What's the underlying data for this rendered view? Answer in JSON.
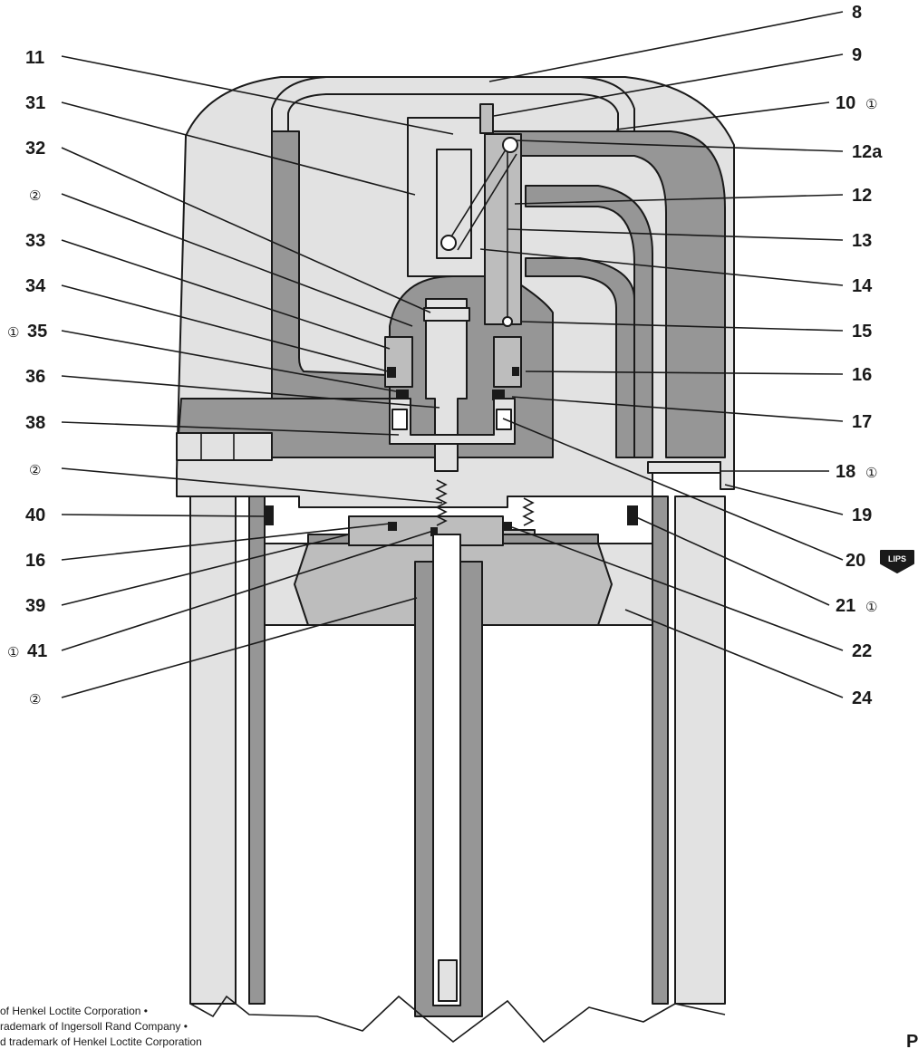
{
  "diagram": {
    "callouts_right": [
      {
        "id": "c8",
        "label": "8",
        "mark": ""
      },
      {
        "id": "c9",
        "label": "9",
        "mark": ""
      },
      {
        "id": "c10",
        "label": "10",
        "mark": "①"
      },
      {
        "id": "c12a",
        "label": "12a",
        "mark": ""
      },
      {
        "id": "c12",
        "label": "12",
        "mark": ""
      },
      {
        "id": "c13",
        "label": "13",
        "mark": ""
      },
      {
        "id": "c14",
        "label": "14",
        "mark": ""
      },
      {
        "id": "c15",
        "label": "15",
        "mark": ""
      },
      {
        "id": "c16r",
        "label": "16",
        "mark": ""
      },
      {
        "id": "c17",
        "label": "17",
        "mark": ""
      },
      {
        "id": "c18",
        "label": "18",
        "mark": "①"
      },
      {
        "id": "c19",
        "label": "19",
        "mark": ""
      },
      {
        "id": "c20",
        "label": "20",
        "mark": ""
      },
      {
        "id": "c21",
        "label": "21",
        "mark": "①"
      },
      {
        "id": "c22",
        "label": "22",
        "mark": ""
      },
      {
        "id": "c24",
        "label": "24",
        "mark": ""
      }
    ],
    "callouts_left": [
      {
        "id": "c11",
        "label": "11",
        "mark": ""
      },
      {
        "id": "c31",
        "label": "31",
        "mark": ""
      },
      {
        "id": "c32",
        "label": "32",
        "mark": ""
      },
      {
        "id": "m2a",
        "label": "",
        "mark": "②"
      },
      {
        "id": "c33",
        "label": "33",
        "mark": ""
      },
      {
        "id": "c34",
        "label": "34",
        "mark": ""
      },
      {
        "id": "c35",
        "label": "35",
        "mark": "①"
      },
      {
        "id": "c36",
        "label": "36",
        "mark": ""
      },
      {
        "id": "c38",
        "label": "38",
        "mark": ""
      },
      {
        "id": "m2b",
        "label": "",
        "mark": "②"
      },
      {
        "id": "c40",
        "label": "40",
        "mark": ""
      },
      {
        "id": "c16l",
        "label": "16",
        "mark": ""
      },
      {
        "id": "c39",
        "label": "39",
        "mark": ""
      },
      {
        "id": "c41",
        "label": "41",
        "mark": "①"
      },
      {
        "id": "m2c",
        "label": "",
        "mark": "②"
      }
    ],
    "lips_badge": "LIPS",
    "footnotes": [
      "of Henkel Loctite Corporation •",
      "rademark of Ingersoll Rand Company •",
      "d trademark of Henkel Loctite Corporation"
    ],
    "page_corner": "P"
  }
}
